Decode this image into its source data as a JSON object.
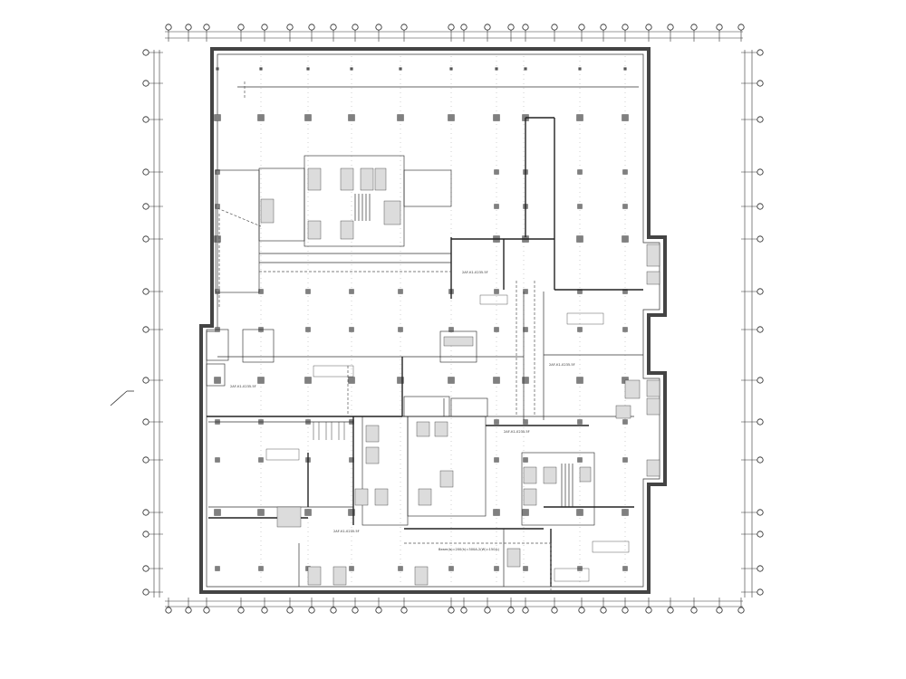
{
  "drawing": {
    "type": "architectural-floor-plan",
    "theme": "black linework on white",
    "accent_color": "#222222"
  },
  "labels": {
    "zone_a": "2AF-K1-0235.5F",
    "zone_b": "2AF-K1-0235.5F",
    "zone_c": "2AF-K1-0235.5F",
    "zone_d": "2AF-K1-0235.5F",
    "zone_e": "2AF-K1-0235.5F",
    "bottom_note": "Beam(b)=200(h)=300A-2(W)=150(L)"
  }
}
